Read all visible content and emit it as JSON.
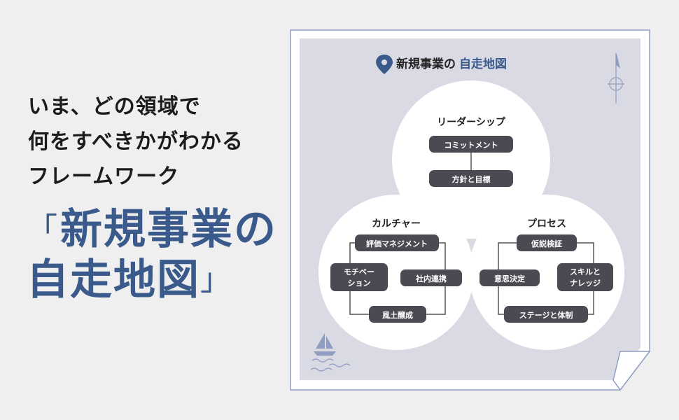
{
  "tagline": [
    "いま、どの領域で",
    "何をすべきかがわかる",
    "フレームワーク"
  ],
  "title": {
    "open_bracket": "「",
    "close_bracket": "」",
    "line1": "新規事業の",
    "line2": "自走地図"
  },
  "map": {
    "heading_part1": "新規事業の",
    "heading_part2": "自走地図",
    "leadership": {
      "title": "リーダーシップ",
      "items": [
        "コミットメント",
        "方針と目標"
      ]
    },
    "culture": {
      "title": "カルチャー",
      "items": [
        "評価マネジメント",
        "モチベー",
        "ション",
        "社内連携",
        "風土醸成"
      ]
    },
    "process": {
      "title": "プロセス",
      "items": [
        "仮説検証",
        "意思決定",
        "スキルと",
        "ナレッジ",
        "ステージと体制"
      ]
    }
  },
  "colors": {
    "accent": "#3a5a8c",
    "background": "#efefef",
    "map_bg": "#d9dae3",
    "pill": "#4a4a52",
    "text": "#1c1c1c",
    "icon": "#8f9dc0"
  },
  "icons": [
    "map-pin-icon",
    "compass-icon",
    "sailboat-icon"
  ]
}
